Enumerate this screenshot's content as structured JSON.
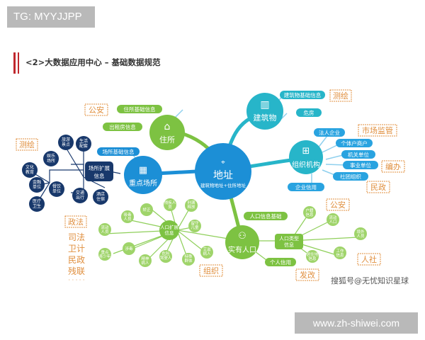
{
  "watermark_top": "TG: MYYJJPP",
  "watermark_bottom": "www.zh-shiwei.com",
  "title": "<2>大数据应用中心 – 基础数据规范",
  "sohu": "搜狐号@无忧知识星球",
  "center": {
    "label": "地址",
    "sub": "建筑物地址+住所地址"
  },
  "hubs": {
    "building": "建筑物",
    "residence": "住所",
    "org": "组织机构",
    "place": "重点场所",
    "people": "实有人口"
  },
  "departments": {
    "cehui_top": "测绘",
    "gongan_top": "公安",
    "cehui_left": "测绘",
    "shichang": "市场监管",
    "biaoban": "编办",
    "minzheng": "民政",
    "zhengfa": "政法",
    "gongan_bottom": "公安",
    "renshe": "人社",
    "fagai": "发改",
    "zuzhi": "组织",
    "dept_list": [
      "司法",
      "卫计",
      "民政",
      "残联"
    ],
    "dots": "· · · · ·"
  },
  "pills": {
    "building_info": "建筑物基础信息",
    "dangfang": "危房",
    "residence_info": "住所基础信息",
    "rent_info": "出租房信息",
    "place_info": "场所基础信息",
    "legal": "法人企业",
    "individual": "个体户商户",
    "agency": "机关单位",
    "institution": "事业单位",
    "social": "社团组织",
    "enterprise": "企业信用",
    "population_base": "人口信息基础",
    "person_credit": "个人信用"
  },
  "place_nodes": [
    "旅游景点",
    "生活配套",
    "娱乐场所",
    "文化教育",
    "金融单位",
    "餐饮单位",
    "交通出行",
    "医疗卫生",
    "酒店住宿"
  ],
  "place_ext": "场所扩展信息",
  "pop_ext": "人口扩展信息",
  "pop_type": "人口类型信息",
  "pop_nodes_left": [
    "残疾人员",
    "吸毒人员",
    "矫正",
    "精神病人",
    "刑满释放",
    "留守儿童",
    "流动人员",
    "重点青少年",
    "涉毒",
    "精神病人",
    "危险驾驶人员",
    "特殊群体",
    "艾滋病人"
  ],
  "pop_nodes_right": [
    "户籍信息",
    "流动人口",
    "境外人员",
    "居住地信息",
    "工作信息"
  ],
  "colors": {
    "accent_blue": "#1c8fd6",
    "accent_green": "#7dc242",
    "dept_orange": "#e08f3e",
    "node_navy": "#18386b",
    "pill_blue": "#29a3e0",
    "pill_green": "#7dc242"
  }
}
